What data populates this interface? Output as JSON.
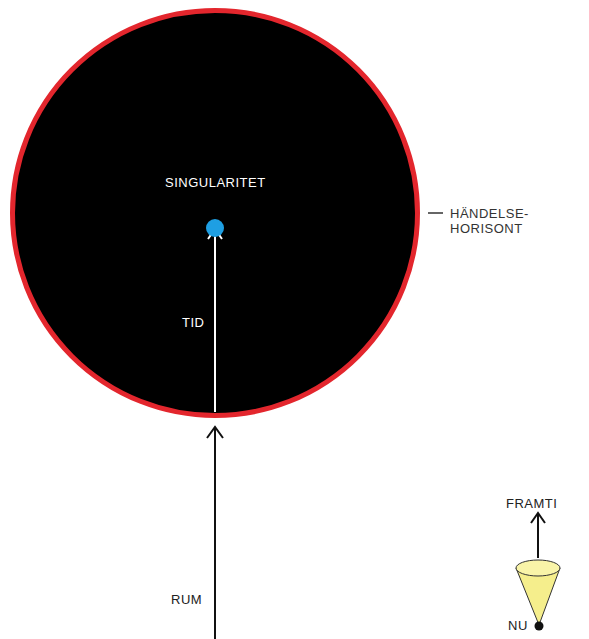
{
  "diagram": {
    "nodes": [
      {
        "text": [
          "HÄNDELSE- HORISONT"
        ]
      },
      {
        "text": [
          "SINGULARITET"
        ],
        "in": 0
      }
    ],
    "labels": [
      "TID",
      "RUM",
      "FRAMTI",
      "NU"
    ]
  }
}
